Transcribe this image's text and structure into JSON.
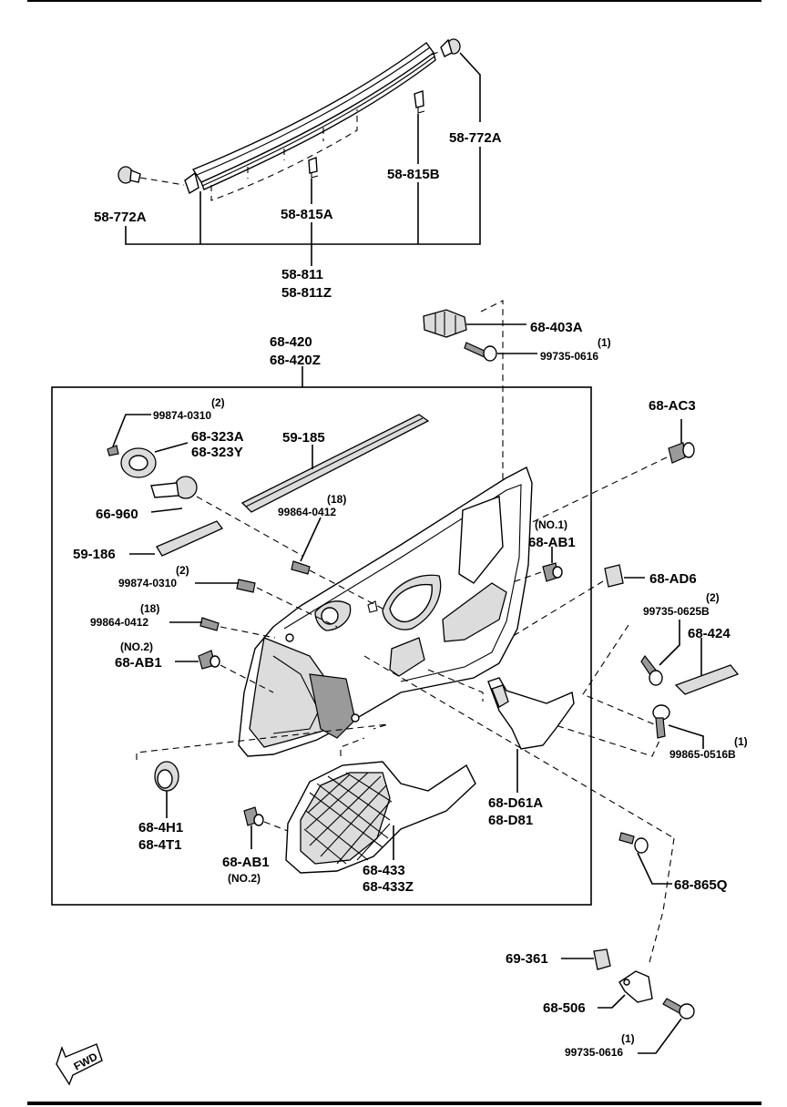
{
  "labels": {
    "p58_772A_top": "58-772A",
    "p58_815B": "58-815B",
    "p58_772A_left": "58-772A",
    "p58_815A": "58-815A",
    "p58_811": "58-811",
    "p58_811Z": "58-811Z",
    "p68_403A": "68-403A",
    "q1_top": "(1)",
    "s99735_0616_top": "99735-0616",
    "p68_420": "68-420",
    "p68_420Z": "68-420Z",
    "q2_a": "(2)",
    "s99874_0310_a": "99874-0310",
    "p68_323A": "68-323A",
    "p68_323Y": "68-323Y",
    "p59_185": "59-185",
    "p68_AC3": "68-AC3",
    "p66_960": "66-960",
    "q18_a": "(18)",
    "s99864_0412_a": "99864-0412",
    "no1": "(NO.1)",
    "p68_AB1_a": "68-AB1",
    "p59_186": "59-186",
    "q2_b": "(2)",
    "s99874_0310_b": "99874-0310",
    "p68_AD6": "68-AD6",
    "q2_c": "(2)",
    "s99735_0625B": "99735-0625B",
    "q18_b": "(18)",
    "s99864_0412_b": "99864-0412",
    "p68_424": "68-424",
    "no2_a": "(NO.2)",
    "p68_AB1_b": "68-AB1",
    "q1_b": "(1)",
    "s99865_0516B": "99865-0516B",
    "p68_D61A": "68-D61A",
    "p68_D81": "68-D81",
    "p68_4H1": "68-4H1",
    "p68_4T1": "68-4T1",
    "p68_AB1_c": "68-AB1",
    "no2_b": "(NO.2)",
    "p68_433": "68-433",
    "p68_433Z": "68-433Z",
    "p68_865Q": "68-865Q",
    "p69_361": "69-361",
    "p68_506": "68-506",
    "q1_c": "(1)",
    "s99735_0616_bot": "99735-0616",
    "fwd": "FWD"
  }
}
